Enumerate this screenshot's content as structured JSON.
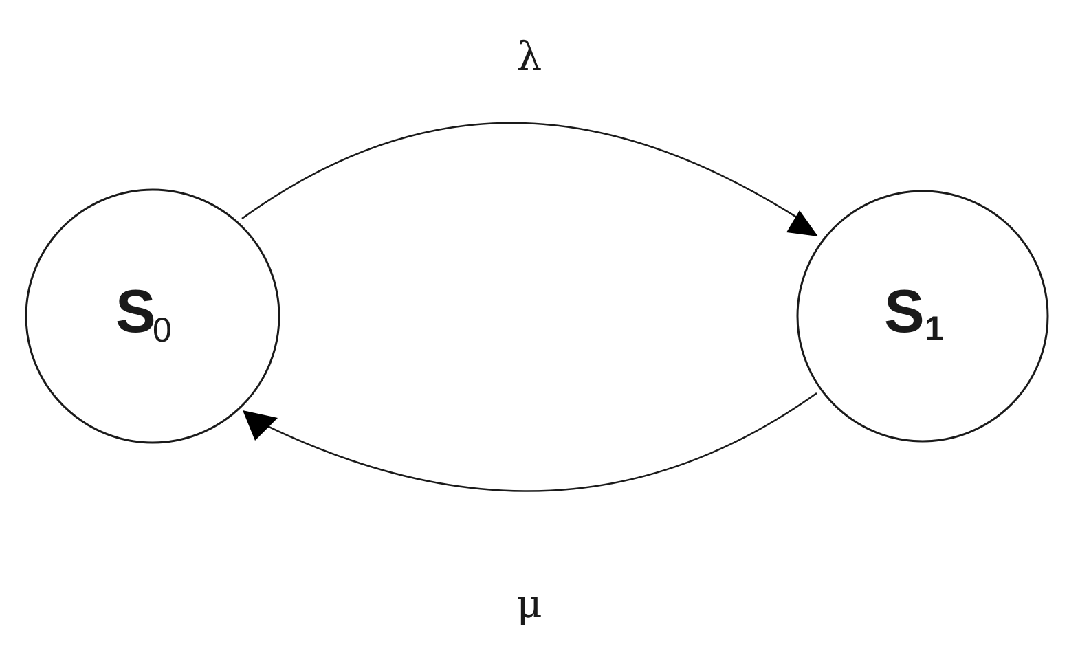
{
  "states": [
    {
      "id": "S0",
      "name": "S",
      "subscript": "0"
    },
    {
      "id": "S1",
      "name": "S",
      "subscript": "1"
    }
  ],
  "transitions": [
    {
      "from": "S0",
      "to": "S1",
      "rate": "λ"
    },
    {
      "from": "S1",
      "to": "S0",
      "rate": "μ"
    }
  ],
  "colors": {
    "stroke": "#1a1a1a",
    "background": "#ffffff"
  }
}
